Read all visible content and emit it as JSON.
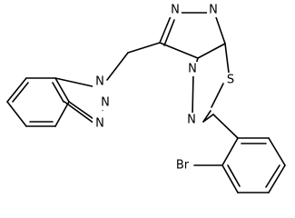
{
  "molecule": {
    "atom_labels": {
      "n_benzotriazole_1": "N",
      "n_benzotriazole_2": "N",
      "n_benzotriazole_3": "N",
      "n_triazole_top_left": "N",
      "n_triazole_top_right": "N",
      "n_bridge": "N",
      "n_thiadiazole": "N",
      "s_thiadiazole": "S",
      "br": "Br"
    }
  }
}
